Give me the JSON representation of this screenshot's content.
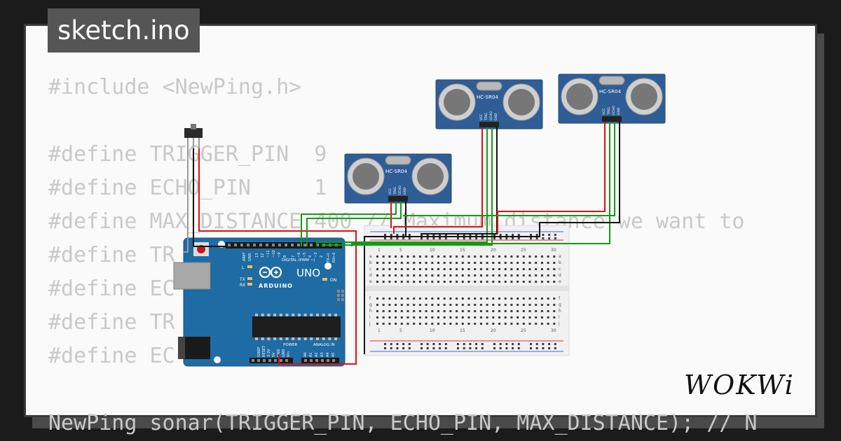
{
  "window": {
    "title": "sketch.ino"
  },
  "code_lines": [
    "#include <NewPing.h>",
    "",
    "#define TRIGGER_PIN  9",
    "#define ECHO_PIN     1",
    "#define MAX_DISTANCE 400 // Maximum distance we want to",
    "#define TR            2",
    "#define EC",
    "#define TR",
    "#define EC            6",
    "",
    "NewPing sonar(TRIGGER_PIN, ECHO_PIN, MAX_DISTANCE); // N"
  ],
  "sensors": [
    {
      "model": "HC-SR04",
      "pins": [
        "VCC",
        "TRIG",
        "ECHO",
        "GND"
      ]
    },
    {
      "model": "HC-SR04",
      "pins": [
        "VCC",
        "TRIG",
        "ECHO",
        "GND"
      ]
    },
    {
      "model": "HC-SR04",
      "pins": [
        "VCC",
        "TRIG",
        "ECHO",
        "GND"
      ]
    }
  ],
  "arduino": {
    "brand": "ARDUINO",
    "model": "UNO",
    "digital_label": "DIGITAL (PWM ~)",
    "power_label": "POWER",
    "analog_label": "ANALOG IN",
    "aref_label": "AREF",
    "gnd_label": "GND",
    "on_label": "ON",
    "l_label": "L",
    "tx_label": "TX",
    "rx_label": "RX",
    "digital_pins": [
      "13",
      "12",
      "~11",
      "~10",
      "~9",
      "8",
      "7",
      "~6",
      "~5",
      "4",
      "~3",
      "2",
      "TX→1",
      "RX←0"
    ],
    "power_pins": [
      "IOREF",
      "RESET",
      "3.3V",
      "5V",
      "GND",
      "GND",
      "Vin"
    ],
    "analog_pins": [
      "A0",
      "A1",
      "A2",
      "A3",
      "A4",
      "A5"
    ]
  },
  "breadboard": {
    "col_numbers": [
      "1",
      "5",
      "10",
      "15",
      "20",
      "25",
      "30"
    ],
    "rows_top": [
      "a",
      "b",
      "c",
      "d",
      "e"
    ],
    "rows_bottom": [
      "f",
      "g",
      "h",
      "i",
      "j"
    ]
  },
  "brand_logo": "WOKWi",
  "colors": {
    "board": "#1f6ba4",
    "sensor": "#2f5d96",
    "wire_red": "#e01010",
    "wire_green": "#159a15",
    "wire_black": "#111111",
    "wire_gray": "#9a9a9a"
  }
}
